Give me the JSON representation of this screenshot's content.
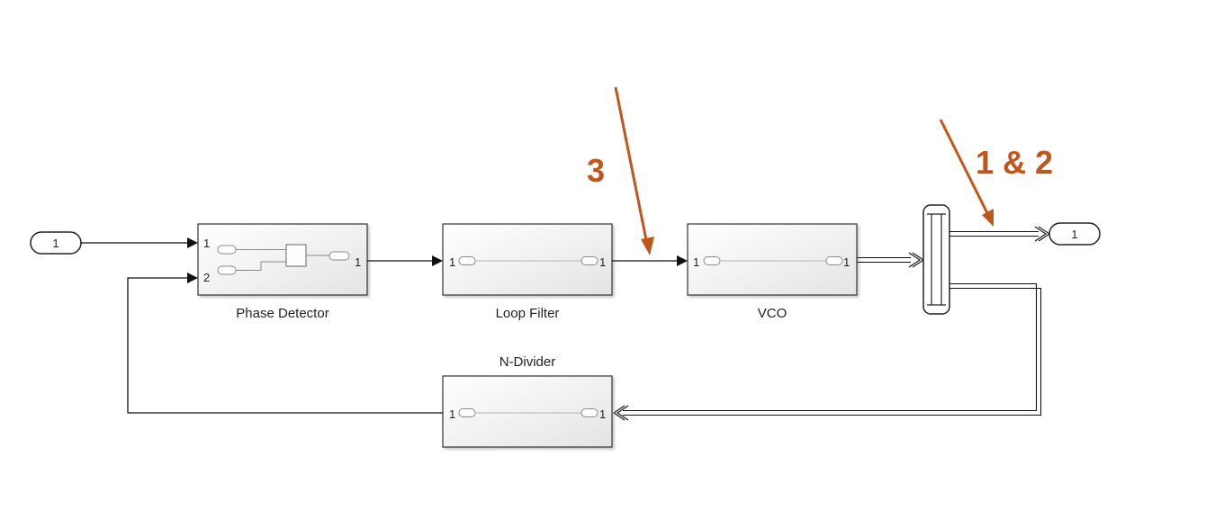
{
  "inport": {
    "label": "1"
  },
  "outport": {
    "label": "1"
  },
  "blocks": {
    "phase_detector": {
      "name": "Phase Detector",
      "in1": "1",
      "in2": "2",
      "out1": "1"
    },
    "loop_filter": {
      "name": "Loop Filter",
      "in1": "1",
      "out1": "1"
    },
    "vco": {
      "name": "VCO",
      "in1": "1",
      "out1": "1"
    },
    "n_divider": {
      "name": "N-Divider",
      "in1": "1",
      "out1": "1"
    }
  },
  "annotations": {
    "a3": "3",
    "a12": "1 & 2"
  },
  "colors": {
    "annotation": "#c0561c",
    "wire": "#111111",
    "block_border": "#333333"
  }
}
